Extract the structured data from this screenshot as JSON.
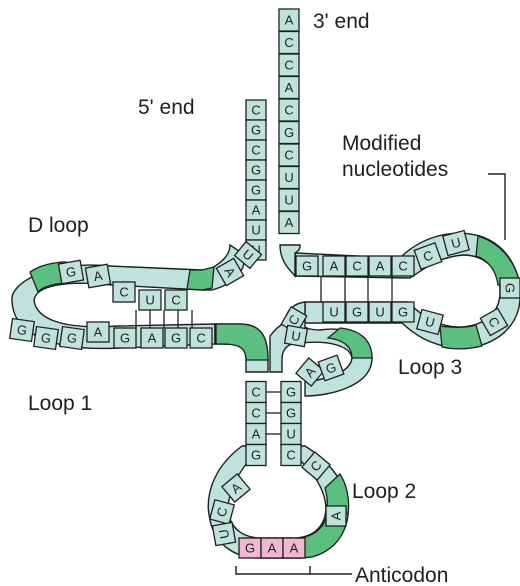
{
  "labels": {
    "three_prime": "3' end",
    "five_prime": "5' end",
    "modified_line1": "Modified",
    "modified_line2": "nucleotides",
    "d_loop": "D loop",
    "loop1": "Loop 1",
    "loop2": "Loop 2",
    "loop3": "Loop 3",
    "anticodon": "Anticodon"
  },
  "colors": {
    "nucleotide": "#bfe3dc",
    "modified": "#5bbf7f",
    "anticodon": "#f2b8d2",
    "outline": "#1f1f1f"
  },
  "strands": {
    "acceptor_3prime": [
      "A",
      "C",
      "C",
      "A",
      "C",
      "G",
      "C",
      "U",
      "U",
      "A"
    ],
    "acceptor_5prime": [
      "C",
      "G",
      "C",
      "G",
      "G",
      "A",
      "U",
      "U"
    ],
    "d_loop_top": [
      "G",
      "A",
      "C",
      "U",
      "C"
    ],
    "d_loop_bottom": [
      "G",
      "G",
      "G",
      "A",
      "G",
      "A",
      "G",
      "C"
    ],
    "anticodon_stem_left": [
      "C",
      "C",
      "A",
      "G"
    ],
    "anticodon_stem_right": [
      "G",
      "G",
      "U",
      "C"
    ],
    "anticodon_loop": [
      "A",
      "C",
      "U"
    ],
    "anticodon_bases": [
      "G",
      "A",
      "A"
    ],
    "t_loop_top": [
      "G",
      "A",
      "C",
      "A",
      "C",
      "C",
      "U"
    ],
    "t_loop_bottom": [
      "U",
      "G",
      "U",
      "G",
      "U"
    ],
    "variable_loop": [
      "C",
      "U",
      "A",
      "G"
    ],
    "t_loop_right": [
      "G",
      "C"
    ]
  }
}
